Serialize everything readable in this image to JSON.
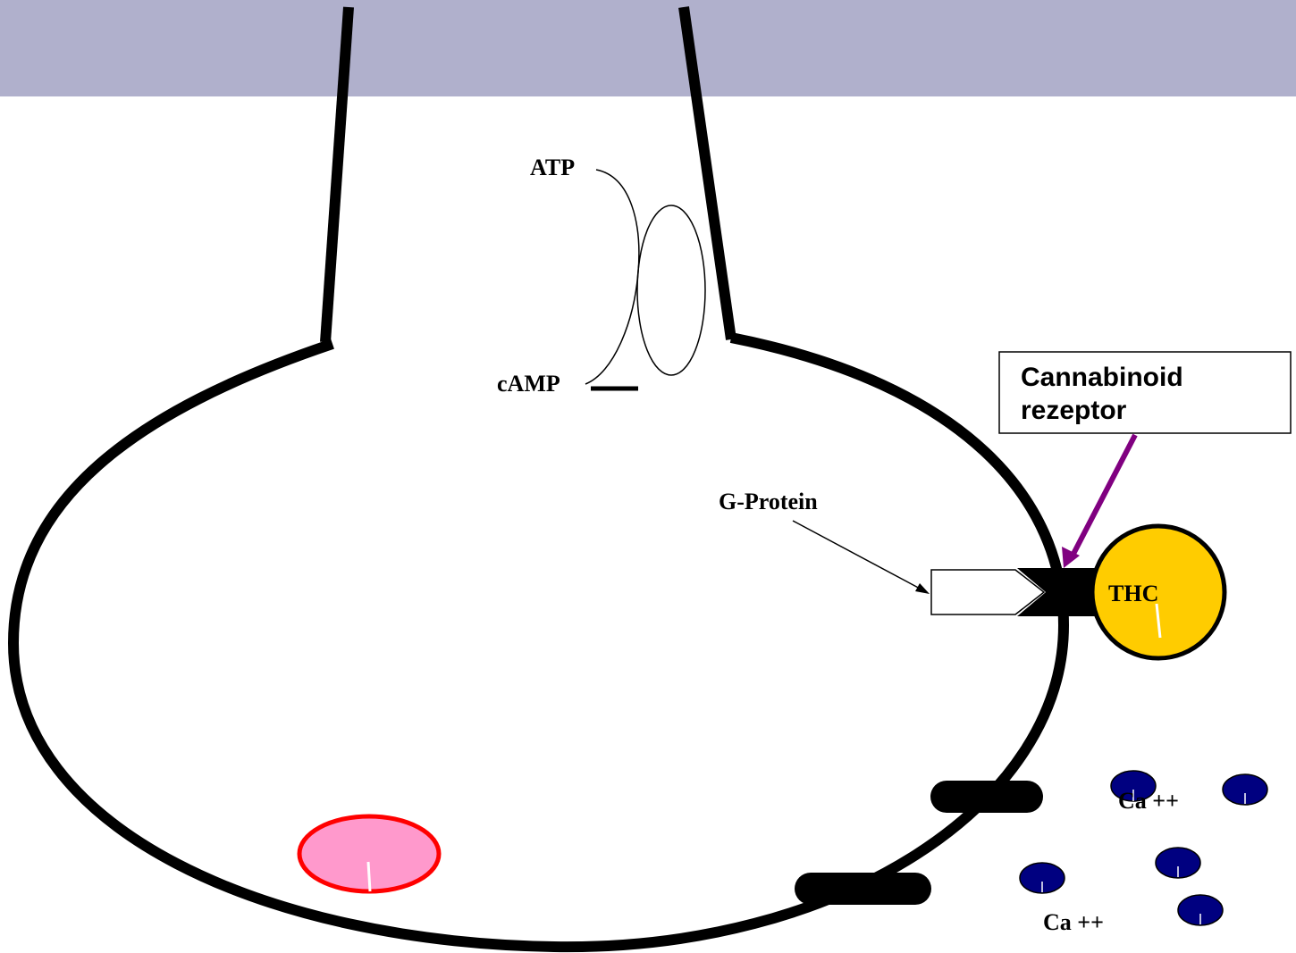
{
  "colors": {
    "header_band": "#b0b0cc",
    "membrane": "#000000",
    "thc_fill": "#ffcc00",
    "vesicle_fill": "#ff99cc",
    "vesicle_stroke": "#ff0000",
    "calcium_fill": "#000080",
    "receptor_arrow": "#800080"
  },
  "labels": {
    "atp": "ATP",
    "camp": "cAMP",
    "g_protein": "G-Protein",
    "thc": "THC",
    "receptor_box": {
      "line1": "Cannabinoid",
      "line2": "rezeptor"
    },
    "calcium_1": "Ca ++",
    "calcium_2": "Ca ++"
  }
}
